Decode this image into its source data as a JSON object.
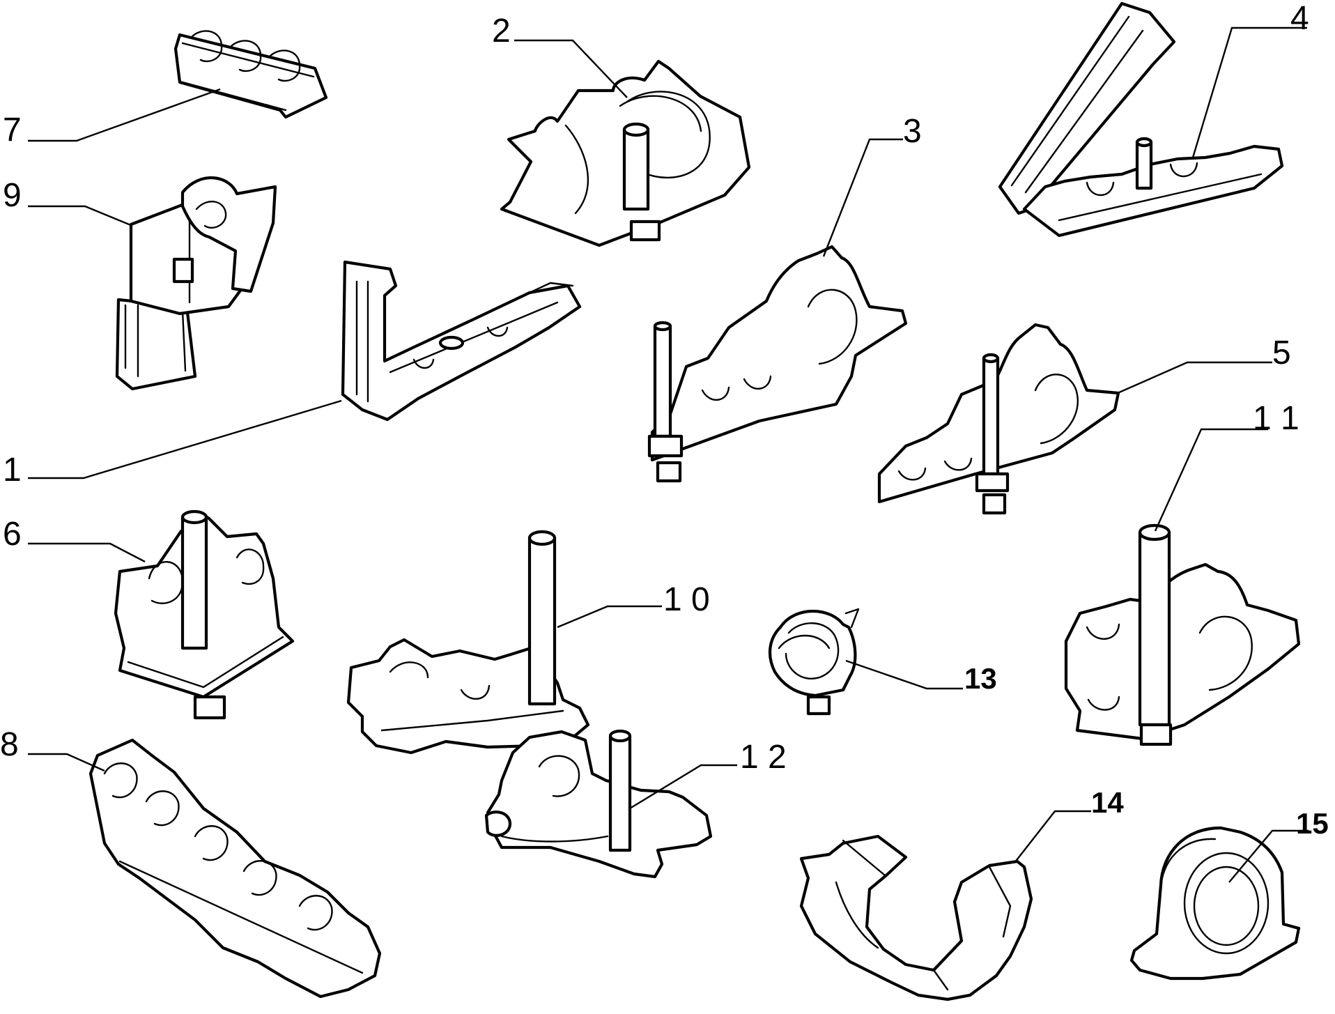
{
  "callouts": {
    "c1": "1",
    "c2": "2",
    "c3": "3",
    "c4": "4",
    "c5": "5",
    "c6": "6",
    "c7": "7",
    "c8": "8",
    "c9": "9",
    "c10": "1 0",
    "c11": "1 1",
    "c12": "1 2",
    "c13": "13",
    "c14": "14",
    "c15": "15"
  },
  "colors": {
    "ink": "#000000",
    "paper": "#ffffff"
  }
}
